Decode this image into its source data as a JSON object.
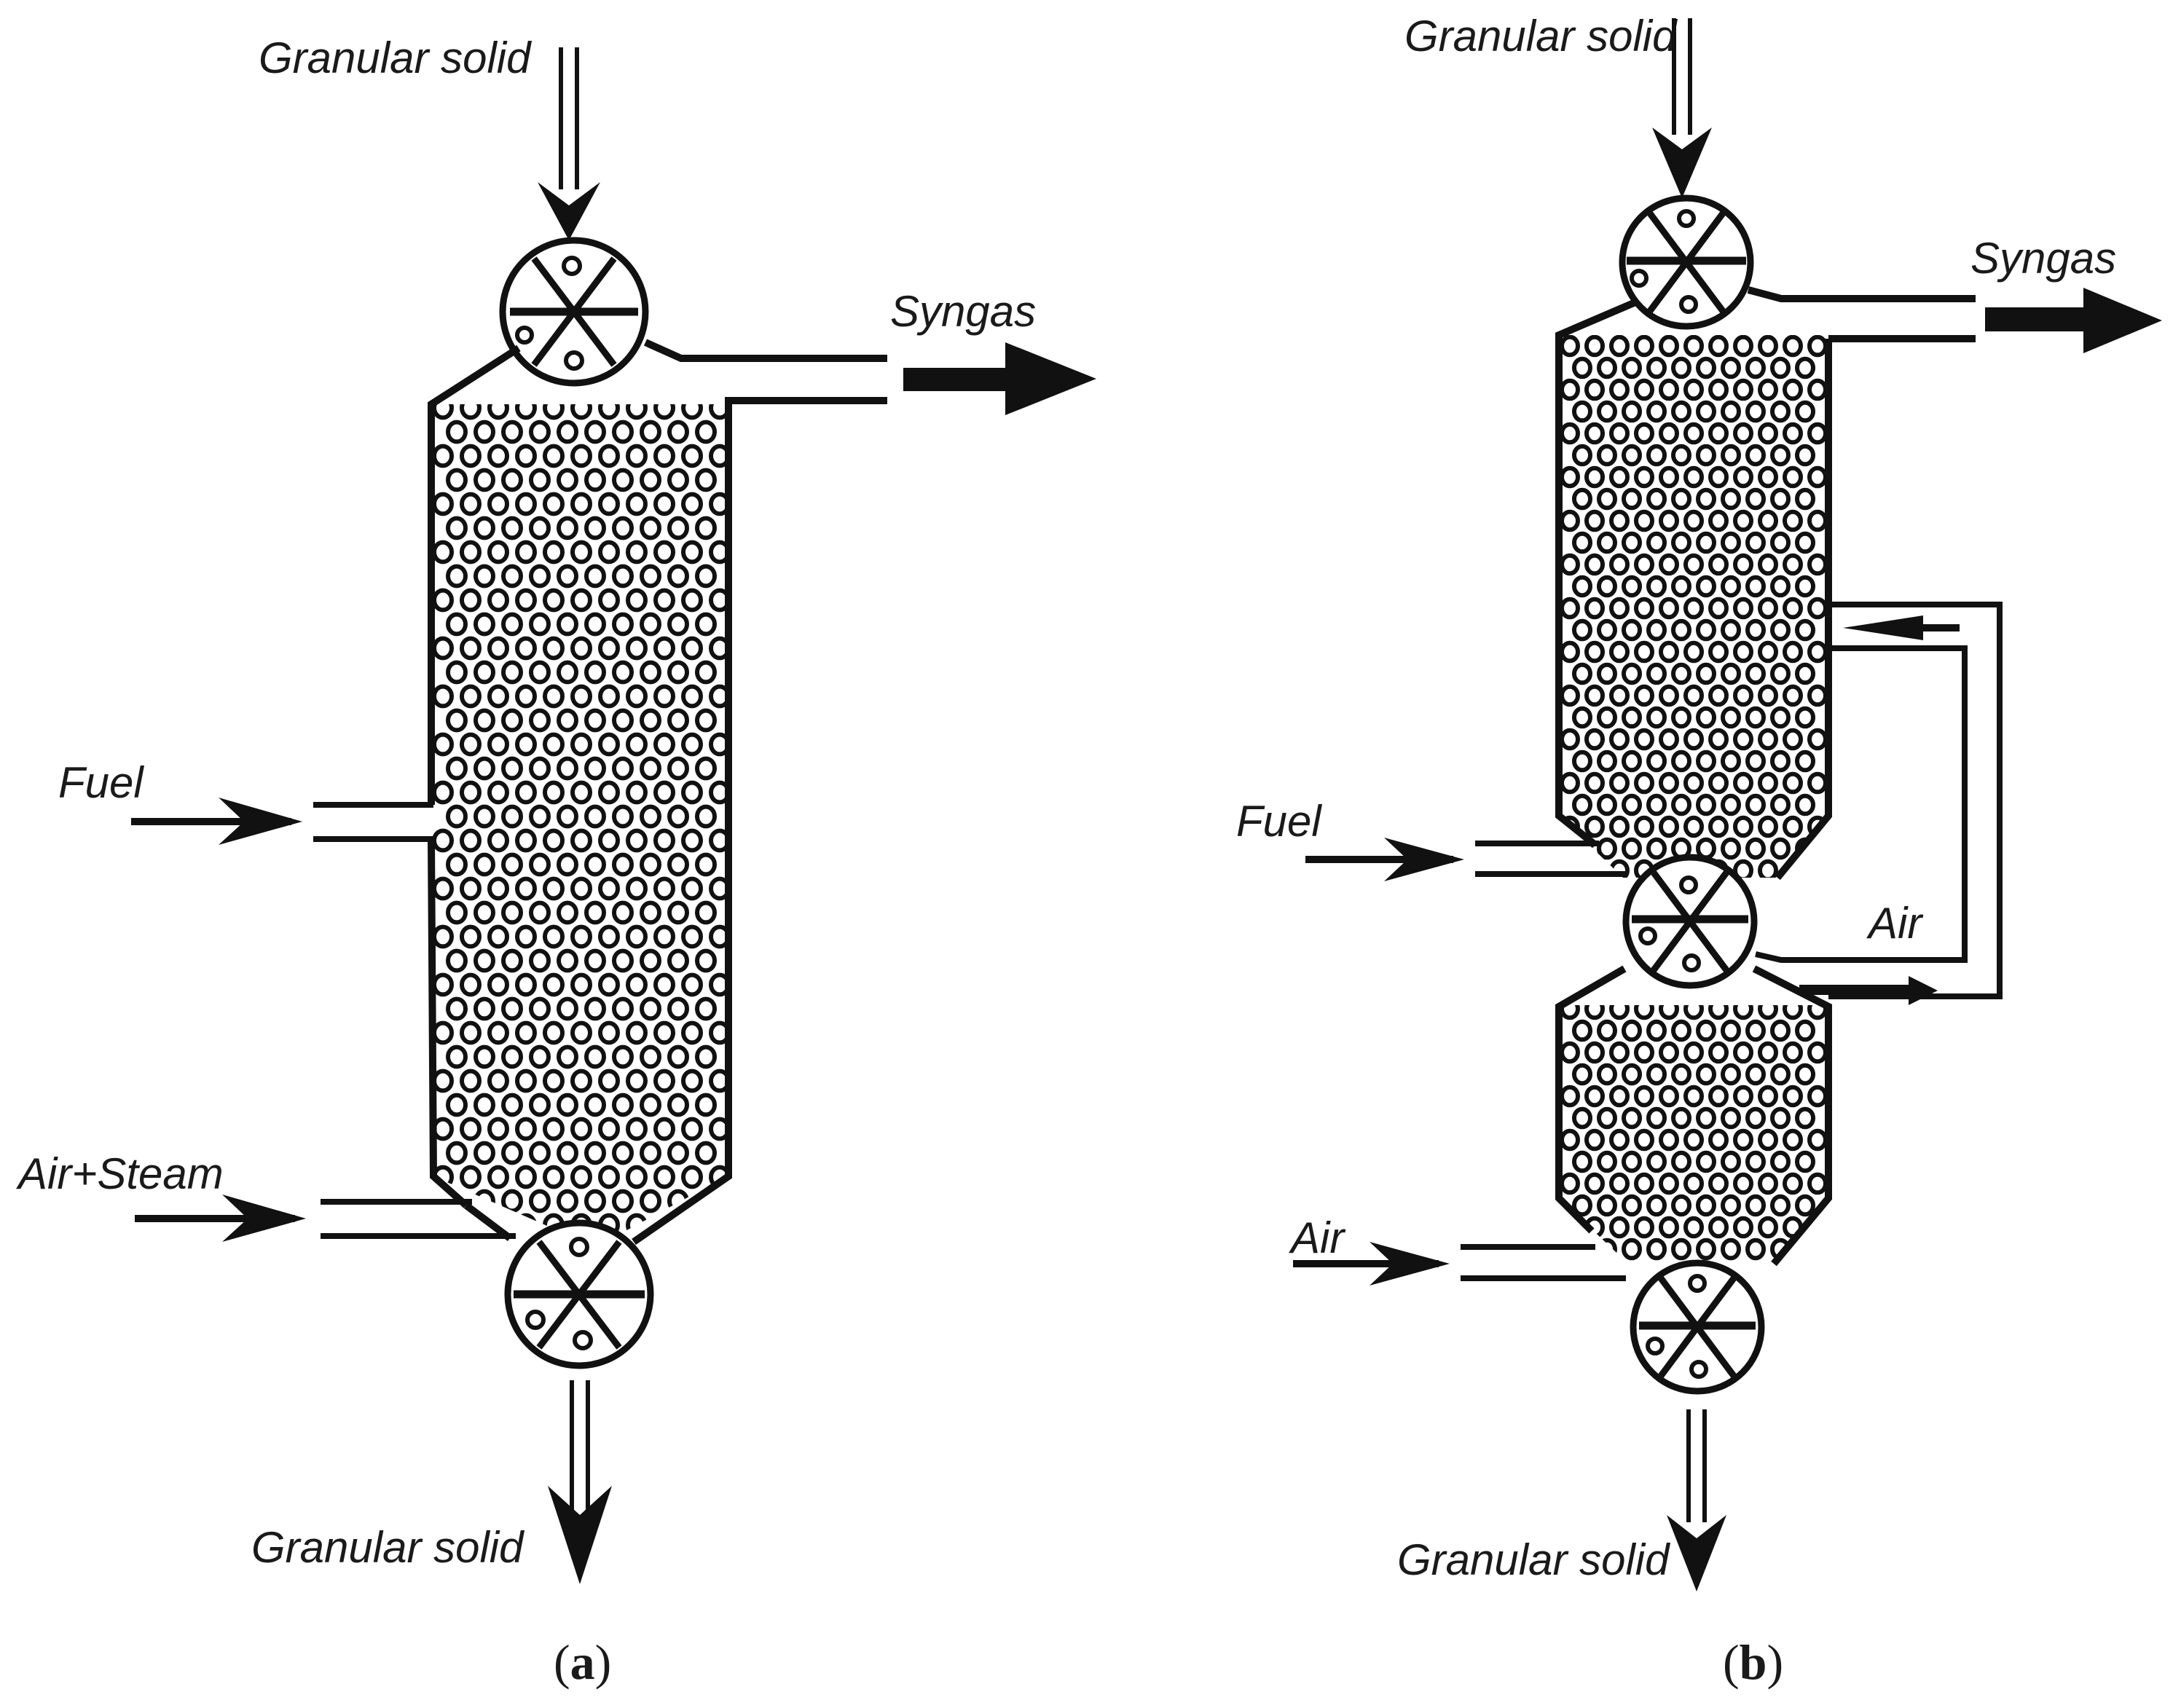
{
  "figure_a": {
    "caption_letter": "a",
    "labels": {
      "granular_in": "Granular solid",
      "syngas": "Syngas",
      "fuel": "Fuel",
      "air_steam": "Air+Steam",
      "granular_out": "Granular solid"
    }
  },
  "figure_b": {
    "caption_letter": "b",
    "labels": {
      "granular_in": "Granular solid",
      "syngas": "Syngas",
      "fuel": "Fuel",
      "air_mid": "Air",
      "air_bottom": "Air",
      "granular_out": "Granular solid"
    }
  },
  "colors": {
    "ink": "#111111",
    "background": "#ffffff"
  }
}
